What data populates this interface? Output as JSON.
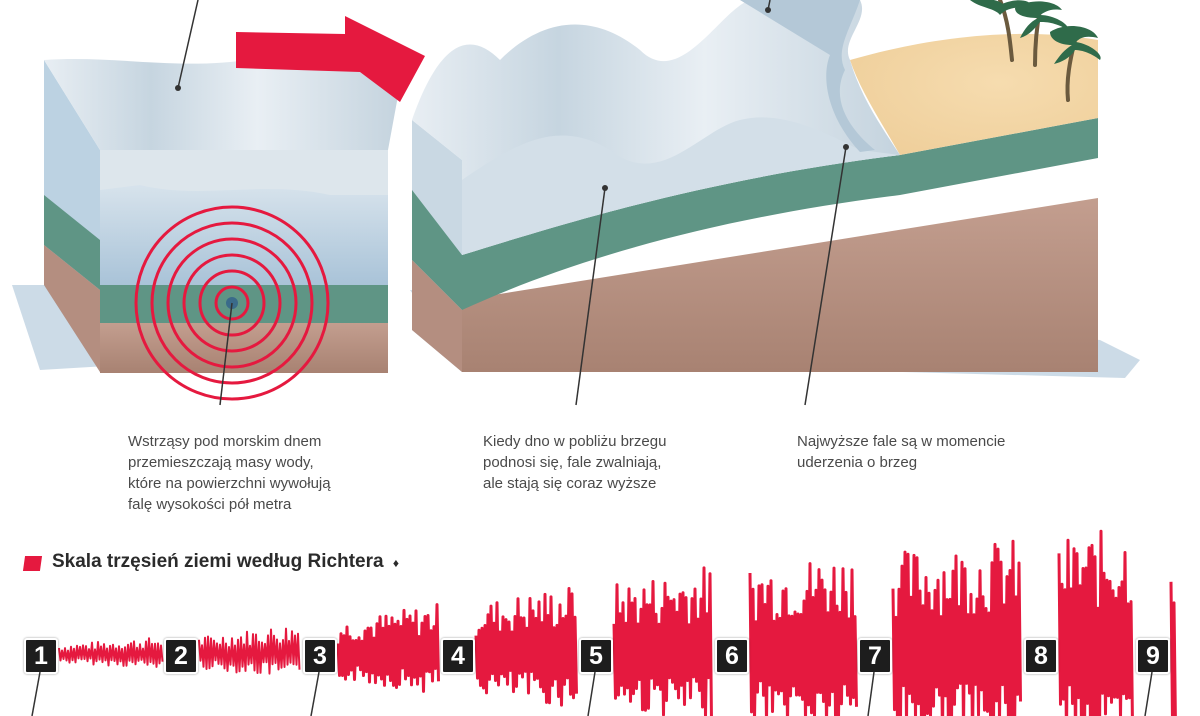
{
  "captions": {
    "shock": [
      "Wstrząsy pod morskim dnem",
      "przemieszczają masy wody,",
      "które na powierzchni wywołują",
      "falę wysokości pół metra"
    ],
    "shore_rise": [
      "Kiedy dno w pobliżu brzegu",
      "podnosi się, fale zwalniają,",
      "ale stają się coraz wyższe"
    ],
    "highest": [
      "Najwyższe fale są w momencie",
      "uderzenia o brzeg"
    ]
  },
  "richter": {
    "title": "Skala trzęsień ziemi według Richtera",
    "title_suffix": "♦",
    "levels": [
      "1",
      "2",
      "3",
      "4",
      "5",
      "6",
      "7",
      "8",
      "9"
    ],
    "amplitude_by_level": [
      0.08,
      0.14,
      0.25,
      0.4,
      0.55,
      0.7,
      0.8,
      0.9,
      1.0
    ]
  },
  "colors": {
    "accent": "#e5193f",
    "water": "#c9d8e3",
    "seabed_green": "#5f9585",
    "earth": "#b89384",
    "sand": "#f3d7a8",
    "badge": "#1d1d1d"
  },
  "icons": {
    "direction": "arrow-right-icon",
    "epicenter": "epicenter-rings-icon",
    "palm": "palm-tree-icon"
  }
}
